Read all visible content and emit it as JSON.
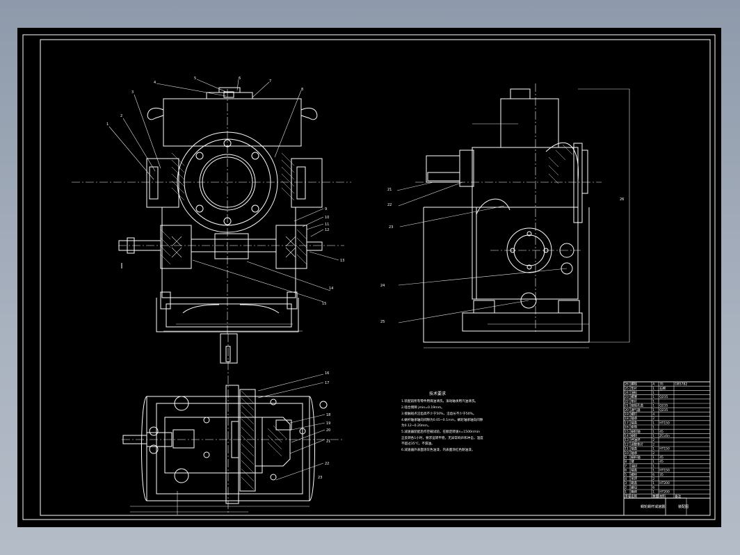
{
  "balloons_front": [
    "1",
    "2",
    "3",
    "4",
    "5",
    "6",
    "7",
    "8",
    "9",
    "10",
    "11",
    "12",
    "13",
    "14",
    "15"
  ],
  "balloons_side": [
    "21",
    "22",
    "23",
    "24",
    "25",
    "26"
  ],
  "balloons_top": [
    "16",
    "17",
    "18",
    "19",
    "20",
    "21",
    "22",
    "23"
  ],
  "tech_notes": {
    "heading": "技术要求",
    "lines": [
      "1.装配前所有零件用煤油清洗，滚动轴承用汽油清洗。",
      "2.啮合侧隙 jmin=0.19mm。",
      "3.接触斑点沿齿高不少于50%，沿齿长不少于50%。",
      "4.蜗杆轴承轴向间隙为0.05~0.1mm，蜗轮轴承轴向间隙",
      "  为0.12~0.20mm。",
      "5.减速器装配后作空载试验，在额定转速n=1500r/min",
      "  正反转各1小时，要求运转平稳，无异常响声和冲击，温度",
      "  不超过35℃，不漏油。",
      "6.减速器外表面涂灰色油漆，内表面涂红色耐油漆。"
    ]
  },
  "title_block": {
    "rows": [
      [
        "26",
        "螺栓",
        "4",
        "35",
        "GB5782"
      ],
      [
        "25",
        "垫片",
        "1",
        "石棉",
        ""
      ],
      [
        "24",
        "油标",
        "1",
        "",
        ""
      ],
      [
        "23",
        "螺塞",
        "1",
        "Q235",
        ""
      ],
      [
        "22",
        "垫片",
        "1",
        "",
        ""
      ],
      [
        "21",
        "窥视孔盖",
        "1",
        "Q235",
        ""
      ],
      [
        "20",
        "通气器",
        "1",
        "Q235",
        ""
      ],
      [
        "19",
        "螺钉",
        "4",
        "",
        ""
      ],
      [
        "18",
        "轴承",
        "2",
        "",
        ""
      ],
      [
        "17",
        "端盖",
        "1",
        "HT150",
        ""
      ],
      [
        "16",
        "套筒",
        "1",
        "",
        ""
      ],
      [
        "15",
        "蜗轮轴",
        "1",
        "45",
        ""
      ],
      [
        "14",
        "蜗轮",
        "1",
        "ZCuSn",
        ""
      ],
      [
        "13",
        "挡油环",
        "2",
        "",
        ""
      ],
      [
        "12",
        "调整垫片",
        "2",
        "",
        ""
      ],
      [
        "11",
        "端盖",
        "1",
        "HT150",
        ""
      ],
      [
        "10",
        "轴承",
        "2",
        "",
        ""
      ],
      [
        "9",
        "蜗杆轴",
        "1",
        "45",
        ""
      ],
      [
        "8",
        "键",
        "1",
        "45",
        ""
      ],
      [
        "7",
        "油封",
        "1",
        "",
        ""
      ],
      [
        "6",
        "端盖",
        "1",
        "HT150",
        ""
      ],
      [
        "5",
        "螺栓",
        "6",
        "35",
        ""
      ],
      [
        "4",
        "吊环",
        "2",
        "",
        ""
      ],
      [
        "3",
        "箱盖",
        "1",
        "HT200",
        ""
      ],
      [
        "2",
        "螺母",
        "6",
        "",
        ""
      ],
      [
        "1",
        "箱体",
        "1",
        "HT200",
        ""
      ]
    ],
    "header": [
      "序号",
      "名称",
      "数量",
      "材料",
      "备注"
    ],
    "design_title": "蜗轮蜗杆减速器",
    "drawing_label": "装配图"
  }
}
